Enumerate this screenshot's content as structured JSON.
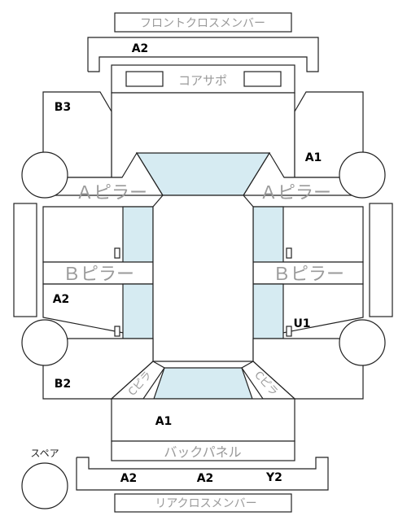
{
  "parts": {
    "front_cross_member": "フロントクロスメンバー",
    "core_support": "コアサポ",
    "a_pillar_left": "Ａピラー",
    "a_pillar_right": "Ａピラー",
    "b_pillar_left": "Ｂピラー",
    "b_pillar_right": "Ｂピラー",
    "c_pillar_left": "Cピラ",
    "c_pillar_right": "Cピラ",
    "back_panel": "バックパネル",
    "rear_cross_member": "リアクロスメンバー",
    "spare": "スペア"
  },
  "grades": {
    "front_cross_member": "A2",
    "front_left": "B3",
    "front_right": "A1",
    "center_left": "A2",
    "center_right": "U1",
    "rear_left": "B2",
    "trunk": "A1",
    "rear_cross_1": "A2",
    "rear_cross_2": "A2",
    "rear_cross_3": "Y2"
  },
  "colors": {
    "line": "#222222",
    "glass": "#d6ebf2",
    "label_gray": "#9a9a9a"
  }
}
